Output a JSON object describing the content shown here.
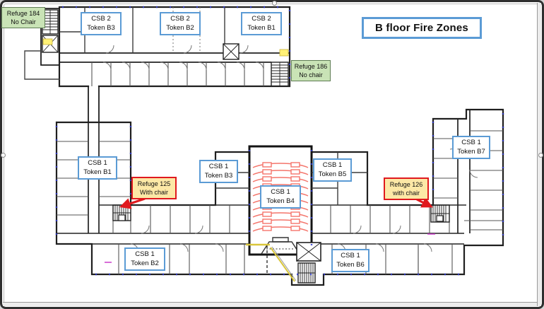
{
  "title": "B floor Fire Zones",
  "zones": {
    "csb2_b3": {
      "line1": "CSB 2",
      "line2": "Token B3"
    },
    "csb2_b2": {
      "line1": "CSB 2",
      "line2": "Token B2"
    },
    "csb2_b1": {
      "line1": "CSB 2",
      "line2": "Token B1"
    },
    "csb1_b1": {
      "line1": "CSB 1",
      "line2": "Token B1"
    },
    "csb1_b2": {
      "line1": "CSB 1",
      "line2": "Token B2"
    },
    "csb1_b3": {
      "line1": "CSB 1",
      "line2": "Token B3"
    },
    "csb1_b4": {
      "line1": "CSB 1",
      "line2": "Token B4"
    },
    "csb1_b5": {
      "line1": "CSB 1",
      "line2": "Token B5"
    },
    "csb1_b6": {
      "line1": "CSB 1",
      "line2": "Token B6"
    },
    "csb1_b7": {
      "line1": "CSB 1",
      "line2": "Token B7"
    }
  },
  "refuges": {
    "r184": {
      "line1": "Refuge 184",
      "line2": "No Chair"
    },
    "r186": {
      "line1": "Refuge 186",
      "line2": "No chair"
    },
    "r125": {
      "line1": "Refuge 125",
      "line2": "With chair"
    },
    "r126": {
      "line1": "Refuge 126",
      "line2": "with chair"
    }
  },
  "icons": {
    "stairs": "hatched-rect",
    "elevator": "crossed-rect",
    "refuge_arrow": "red-arrow"
  },
  "colors": {
    "zone_box_border": "#5B9BD5",
    "refuge_safe_fill": "#C9E3B6",
    "refuge_chair_fill": "#FCE8A6",
    "refuge_chair_border": "#E0191E",
    "seating_rows": "#F4756B",
    "walls": "#1f1f1f"
  }
}
